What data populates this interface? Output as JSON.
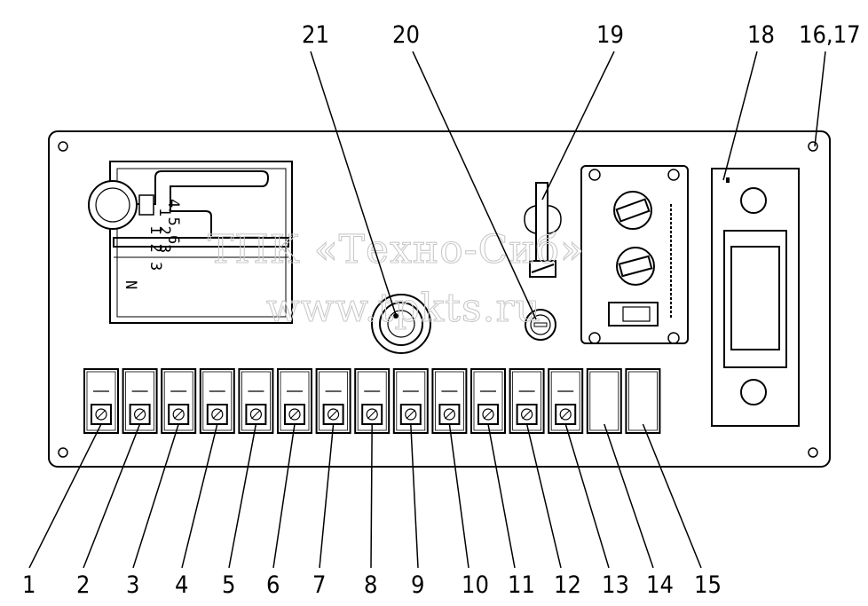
{
  "callouts": {
    "top": [
      "21",
      "20",
      "19",
      "18",
      "16,17"
    ],
    "bottom": [
      "1",
      "2",
      "3",
      "4",
      "5",
      "6",
      "7",
      "8",
      "9",
      "10",
      "11",
      "12",
      "13",
      "14",
      "15"
    ]
  },
  "watermark": {
    "line1": "ТПК «Техно-Сиб»",
    "line2": "www.tpkts.ru"
  },
  "shifter": {
    "neutral": "N",
    "gears_row1": "1 2 3",
    "gears_row2": "1 2 3",
    "gears_row3": "4 5 6"
  },
  "colors": {
    "ink": "#000000",
    "paper": "#ffffff",
    "watermark": "#c9c9c9"
  }
}
